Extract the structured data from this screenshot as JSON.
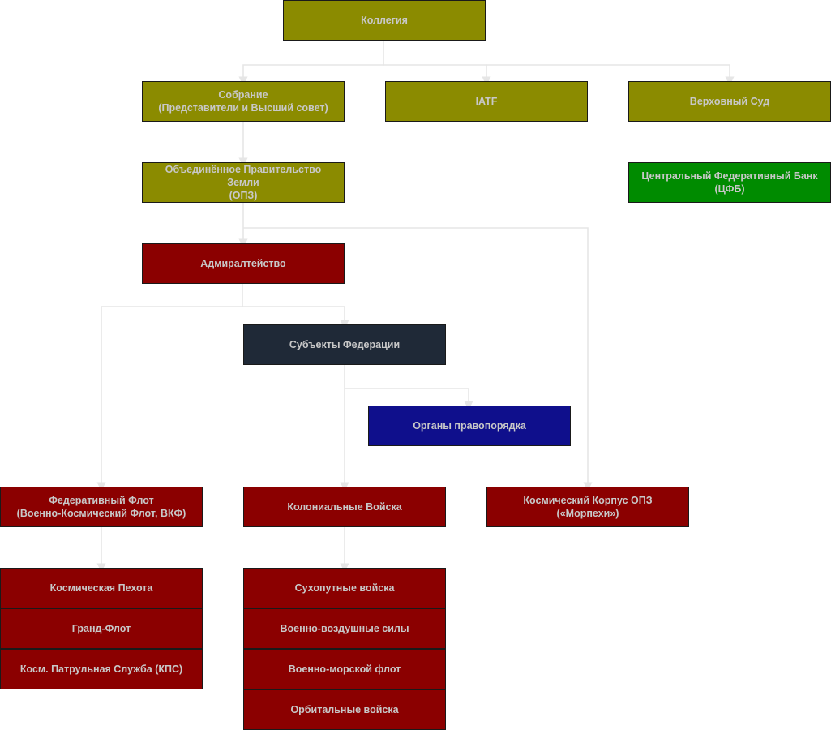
{
  "colors": {
    "olive": "#8b8b00",
    "red": "#8b0000",
    "green": "#008b00",
    "navy": "#1f2937",
    "blue": "#0f0f8c",
    "text": "#c8c8c8",
    "connector": "#e6e6e6"
  },
  "nodes": {
    "collegium": "Коллегия",
    "assembly": "Собрание\n(Представители и Высший совет)",
    "iatf": "IATF",
    "supreme_court": "Верховный Суд",
    "ueg": "Объединённое Правительство\nЗемли\n(ОПЗ)",
    "central_bank": "Центральный Федеративный Банк\n(ЦФБ)",
    "admiralty": "Адмиралтейство",
    "federation_subjects": "Субъекты Федерации",
    "law_enforcement": "Органы правопорядка",
    "federal_fleet": "Федеративный Флот\n(Военно-Космический Флот, ВКФ)",
    "colonial_forces": "Колониальные Войска",
    "space_corps": "Космический Корпус ОПЗ\n(«Морпехи»)",
    "space_infantry": "Космическая Пехота",
    "grand_fleet": "Гранд-Флот",
    "space_patrol": "Косм. Патрульная Служба (КПС)",
    "ground_forces": "Сухопутные войска",
    "air_force": "Военно-воздушные силы",
    "navy": "Военно-морской флот",
    "orbital_forces": "Орбитальные войска"
  }
}
